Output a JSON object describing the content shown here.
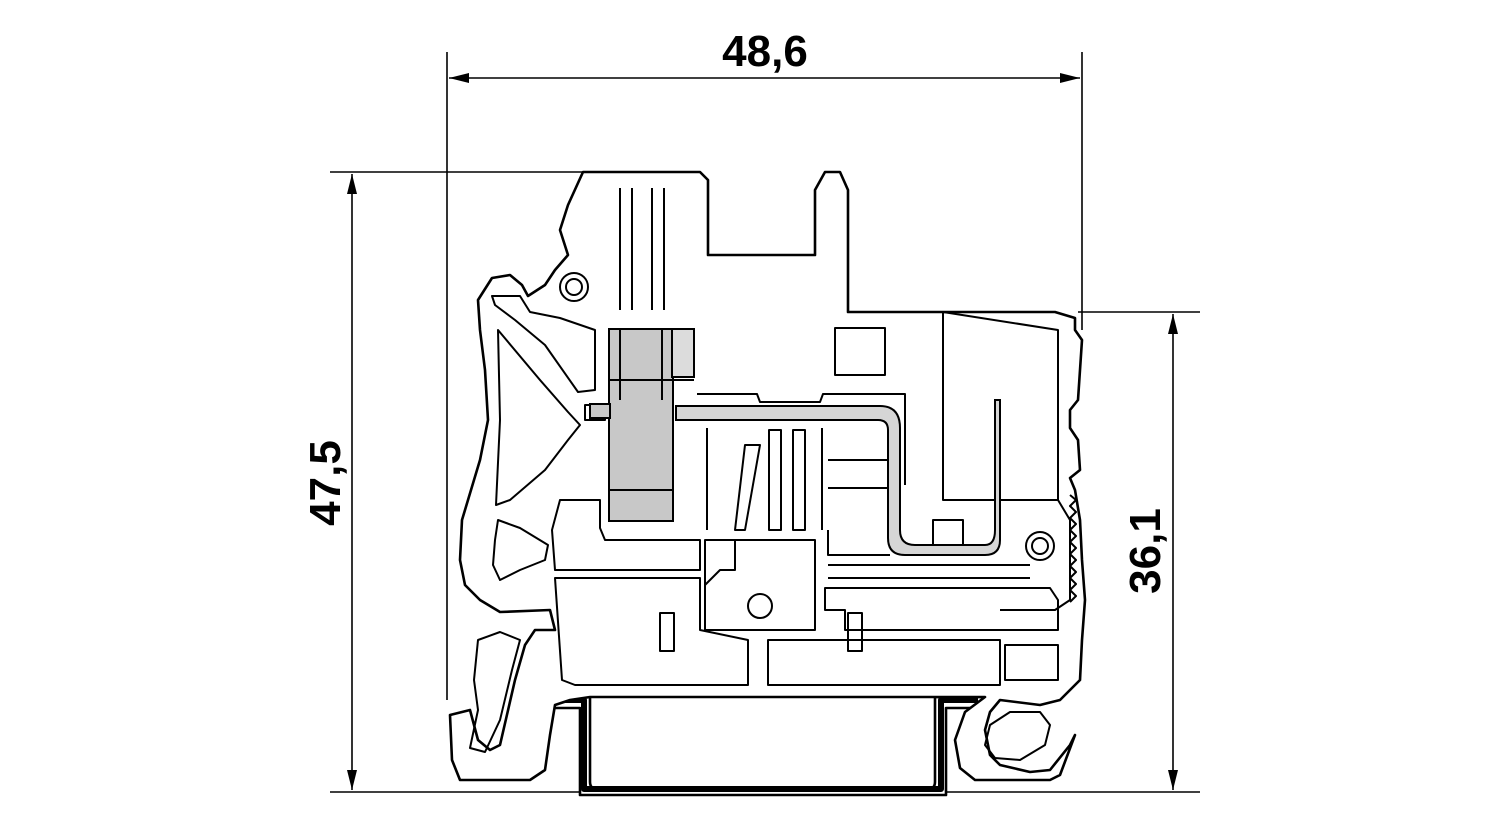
{
  "dimensions": {
    "width": "48,6",
    "height_total": "47,5",
    "height_rail": "36,1"
  }
}
